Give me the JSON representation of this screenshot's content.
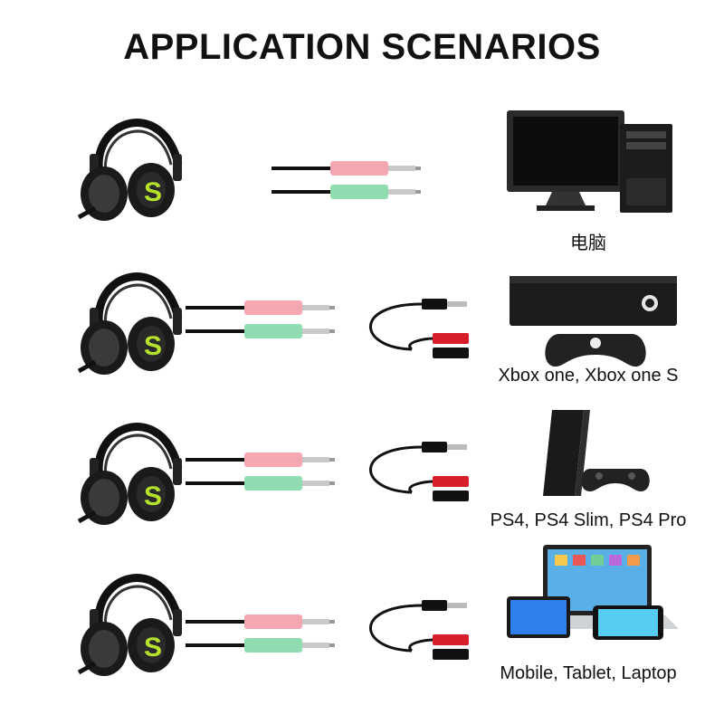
{
  "title": "APPLICATION SCENARIOS",
  "colors": {
    "pink_plug": "#f4a7b0",
    "green_plug": "#8fdcb0",
    "splitter_red": "#d81e2a",
    "headset_accent": "#b6e12c"
  },
  "scenarios": [
    {
      "device": "电脑",
      "device_icon": "desktop-computer-icon",
      "adapter": false
    },
    {
      "device": "Xbox one, Xbox one S",
      "device_icon": "xbox-console-icon",
      "adapter": true
    },
    {
      "device": "PS4, PS4 Slim, PS4 Pro",
      "device_icon": "ps4-console-icon",
      "adapter": true
    },
    {
      "device": "Mobile, Tablet, Laptop",
      "device_icon": "mobile-tablet-laptop-icon",
      "adapter": true
    }
  ]
}
